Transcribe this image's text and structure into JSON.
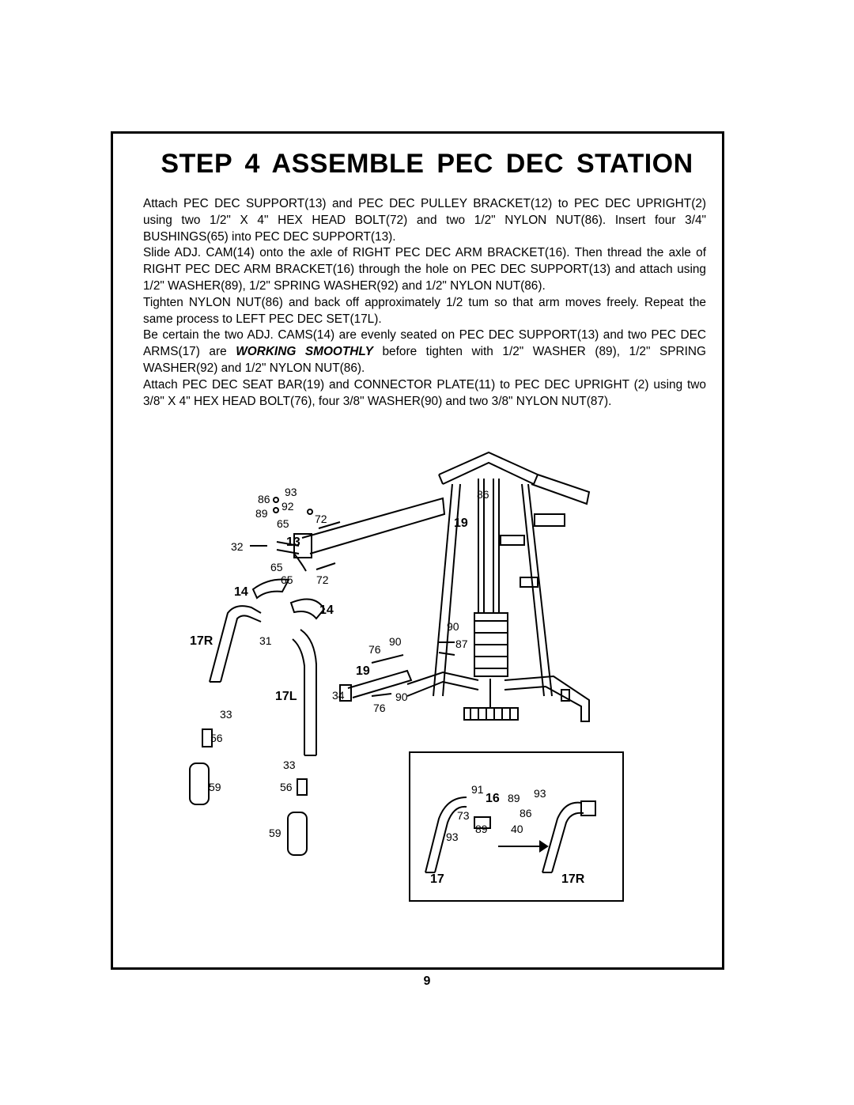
{
  "title": "STEP 4  ASSEMBLE  PEC  DEC  STATION",
  "instructions": {
    "p1": "Attach PEC DEC SUPPORT(13) and PEC DEC PULLEY BRACKET(12) to PEC DEC UPRIGHT(2) using two 1/2\" X 4\" HEX HEAD BOLT(72) and two 1/2\" NYLON NUT(86). Insert four 3/4\" BUSHINGS(65) into PEC DEC SUPPORT(13).",
    "p2": "Slide ADJ. CAM(14) onto the axle of RIGHT PEC DEC ARM BRACKET(16). Then thread the axle of RIGHT PEC DEC ARM BRACKET(16) through the hole on PEC DEC SUPPORT(13) and attach using 1/2\" WASHER(89), 1/2\" SPRING WASHER(92) and 1/2\" NYLON NUT(86).",
    "p3": "Tighten NYLON NUT(86) and back off approximately 1/2 tum so that arm moves freely. Repeat the same process to LEFT PEC DEC SET(17L).",
    "p4_before": "Be certain the two ADJ. CAMS(14) are evenly seated on PEC DEC SUPPORT(13) and two PEC DEC ARMS(17) are ",
    "p4_em": "WORKING SMOOTHLY",
    "p4_after": " before tighten with 1/2\" WASHER (89), 1/2\" SPRING WASHER(92) and 1/2\" NYLON NUT(86).",
    "p5": "Attach PEC DEC SEAT BAR(19) and CONNECTOR PLATE(11) to PEC DEC UPRIGHT (2) using two 3/8\" X 4\" HEX HEAD BOLT(76), four 3/8\" WASHER(90) and two 3/8\" NYLON NUT(87)."
  },
  "diagram_labels": {
    "l86a": "86",
    "l93a": "93",
    "l89a": "89",
    "l92": "92",
    "l65a": "65",
    "l72a": "72",
    "l32": "32",
    "l13": "13",
    "l65b": "65",
    "l65c": "65",
    "l72b": "72",
    "l14a": "14",
    "l14b": "14",
    "l17R": "17R",
    "l31": "31",
    "l86b": "86",
    "l19a": "19",
    "l90a": "90",
    "l76a": "76",
    "l90b": "90",
    "l87": "87",
    "l19b": "19",
    "l17L": "17L",
    "l34": "34",
    "l90c": "90",
    "l76b": "76",
    "l33a": "33",
    "l56a": "56",
    "l59a": "59",
    "l33b": "33",
    "l56b": "56",
    "l59b": "59"
  },
  "inset_labels": {
    "i91": "91",
    "i16": "16",
    "i89a": "89",
    "i93a": "93",
    "i73": "73",
    "i86": "86",
    "i93b": "93",
    "i89b": "89",
    "i40": "40",
    "i17": "17",
    "i17R": "17R"
  },
  "page_number": "9"
}
